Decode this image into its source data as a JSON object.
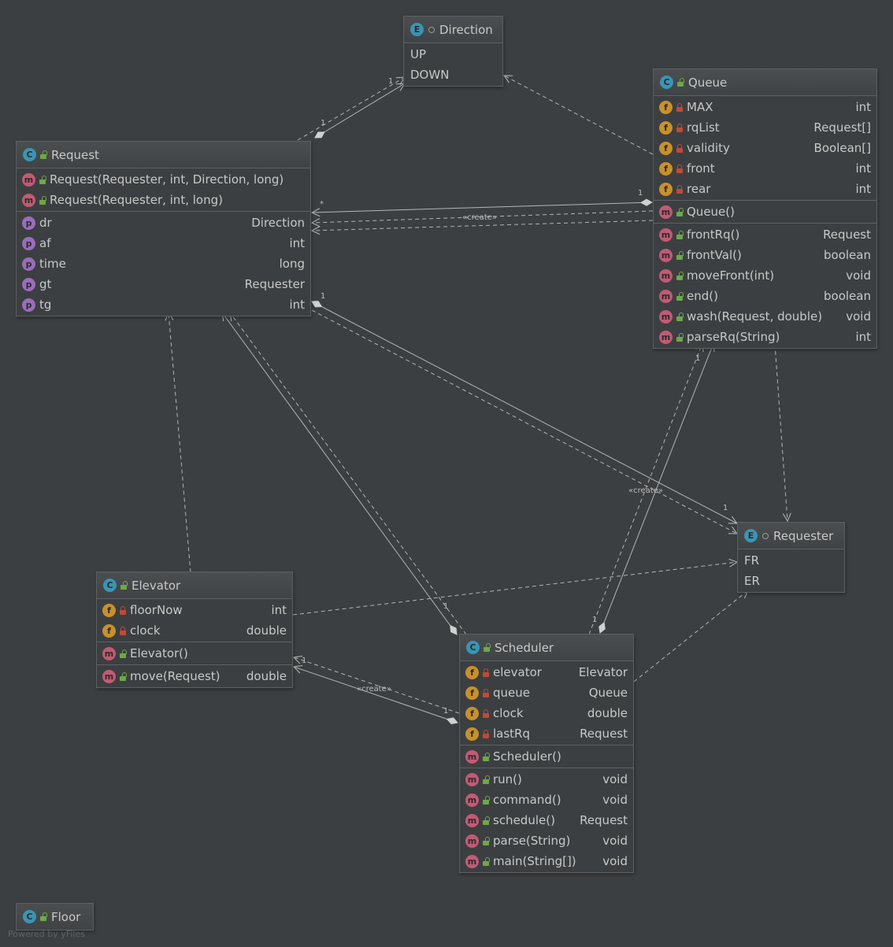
{
  "diagram": {
    "watermark": "Powered by yFiles",
    "stereotype": "«create»",
    "badges": {
      "class": "C",
      "enum": "E",
      "method": "m",
      "field": "f",
      "property": "p"
    },
    "multiplicity": {
      "one": "1",
      "many": "*"
    },
    "colors": {
      "background": "#3c3f41",
      "class_badge": "#3a95b4",
      "method_badge": "#c25a74",
      "field_badge": "#c8902c",
      "property_badge": "#9a6dba",
      "public_icon": "#6ea84a",
      "private_icon": "#c04a36"
    }
  },
  "direction": {
    "title": "Direction",
    "constants": [
      "UP",
      "DOWN"
    ]
  },
  "request": {
    "title": "Request",
    "constructors": [
      {
        "name": "Request(Requester, int, Direction, long)"
      },
      {
        "name": "Request(Requester, int, long)"
      }
    ],
    "properties": [
      {
        "name": "dr",
        "type": "Direction"
      },
      {
        "name": "af",
        "type": "int"
      },
      {
        "name": "time",
        "type": "long"
      },
      {
        "name": "gt",
        "type": "Requester"
      },
      {
        "name": "tg",
        "type": "int"
      }
    ]
  },
  "queue": {
    "title": "Queue",
    "fields": [
      {
        "name": "MAX",
        "type": "int"
      },
      {
        "name": "rqList",
        "type": "Request[]"
      },
      {
        "name": "validity",
        "type": "Boolean[]"
      },
      {
        "name": "front",
        "type": "int"
      },
      {
        "name": "rear",
        "type": "int"
      }
    ],
    "constructors": [
      {
        "name": "Queue()"
      }
    ],
    "methods": [
      {
        "name": "frontRq()",
        "type": "Request"
      },
      {
        "name": "frontVal()",
        "type": "boolean"
      },
      {
        "name": "moveFront(int)",
        "type": "void"
      },
      {
        "name": "end()",
        "type": "boolean"
      },
      {
        "name": "wash(Request, double)",
        "type": "void"
      },
      {
        "name": "parseRq(String)",
        "type": "int"
      }
    ]
  },
  "requester": {
    "title": "Requester",
    "constants": [
      "FR",
      "ER"
    ]
  },
  "elevator": {
    "title": "Elevator",
    "fields": [
      {
        "name": "floorNow",
        "type": "int"
      },
      {
        "name": "clock",
        "type": "double"
      }
    ],
    "constructors": [
      {
        "name": "Elevator()"
      }
    ],
    "methods": [
      {
        "name": "move(Request)",
        "type": "double"
      }
    ]
  },
  "scheduler": {
    "title": "Scheduler",
    "fields": [
      {
        "name": "elevator",
        "type": "Elevator"
      },
      {
        "name": "queue",
        "type": "Queue"
      },
      {
        "name": "clock",
        "type": "double"
      },
      {
        "name": "lastRq",
        "type": "Request"
      }
    ],
    "constructors": [
      {
        "name": "Scheduler()"
      }
    ],
    "methods": [
      {
        "name": "run()",
        "type": "void"
      },
      {
        "name": "command()",
        "type": "void"
      },
      {
        "name": "schedule()",
        "type": "Request"
      },
      {
        "name": "parse(String)",
        "type": "void"
      },
      {
        "name": "main(String[])",
        "type": "void"
      }
    ]
  },
  "floor": {
    "title": "Floor"
  }
}
